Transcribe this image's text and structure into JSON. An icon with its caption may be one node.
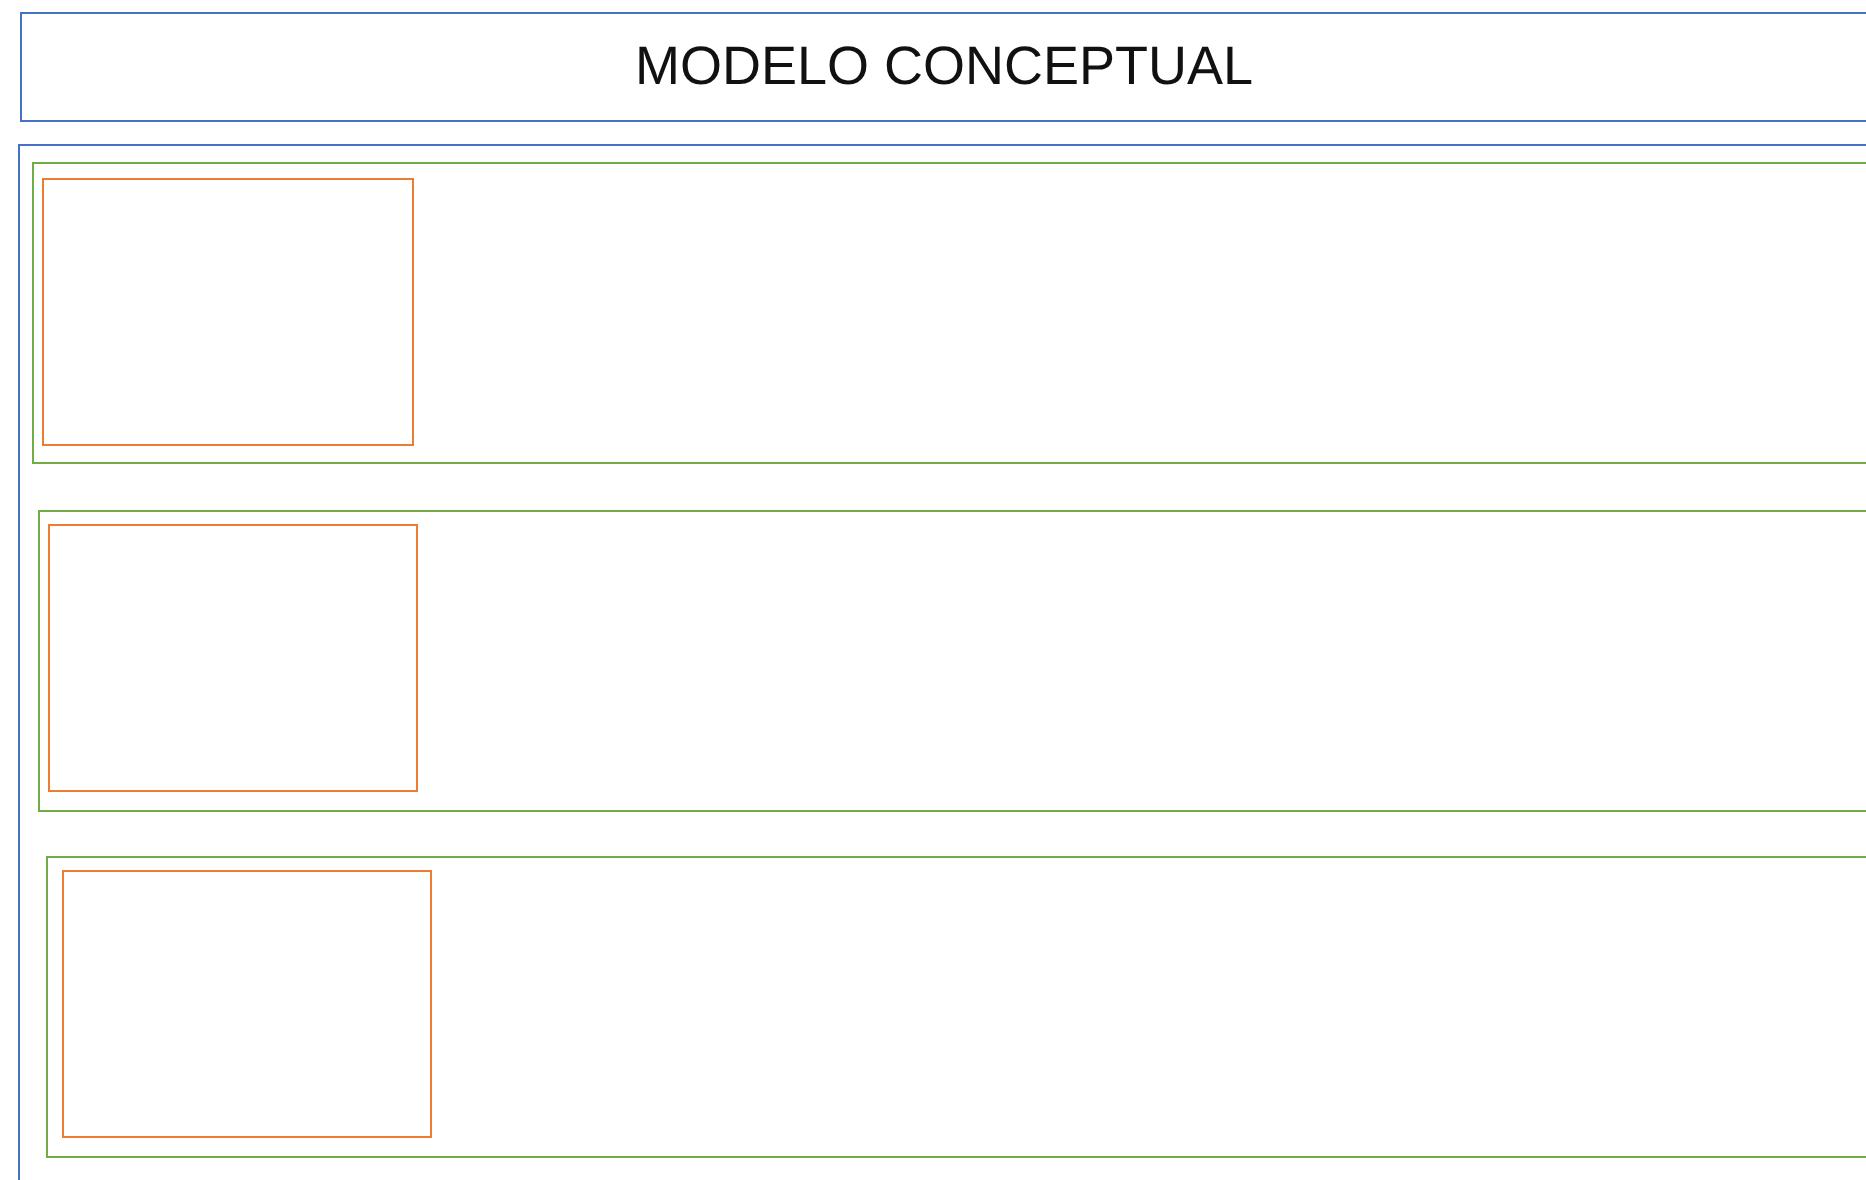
{
  "diagram": {
    "nodes": [
      {
        "text": [
          "MODELO CONCEPTUAL"
        ]
      },
      {
        "text": [],
        "shape": "box"
      },
      {
        "text": [],
        "shape": "box",
        "in": 1
      },
      {
        "text": [],
        "shape": "box",
        "in": 2
      },
      {
        "text": [],
        "shape": "box",
        "in": 1
      },
      {
        "text": [],
        "shape": "box",
        "in": 4
      },
      {
        "text": [],
        "shape": "box",
        "in": 1
      },
      {
        "text": [],
        "shape": "box",
        "in": 6
      }
    ]
  }
}
